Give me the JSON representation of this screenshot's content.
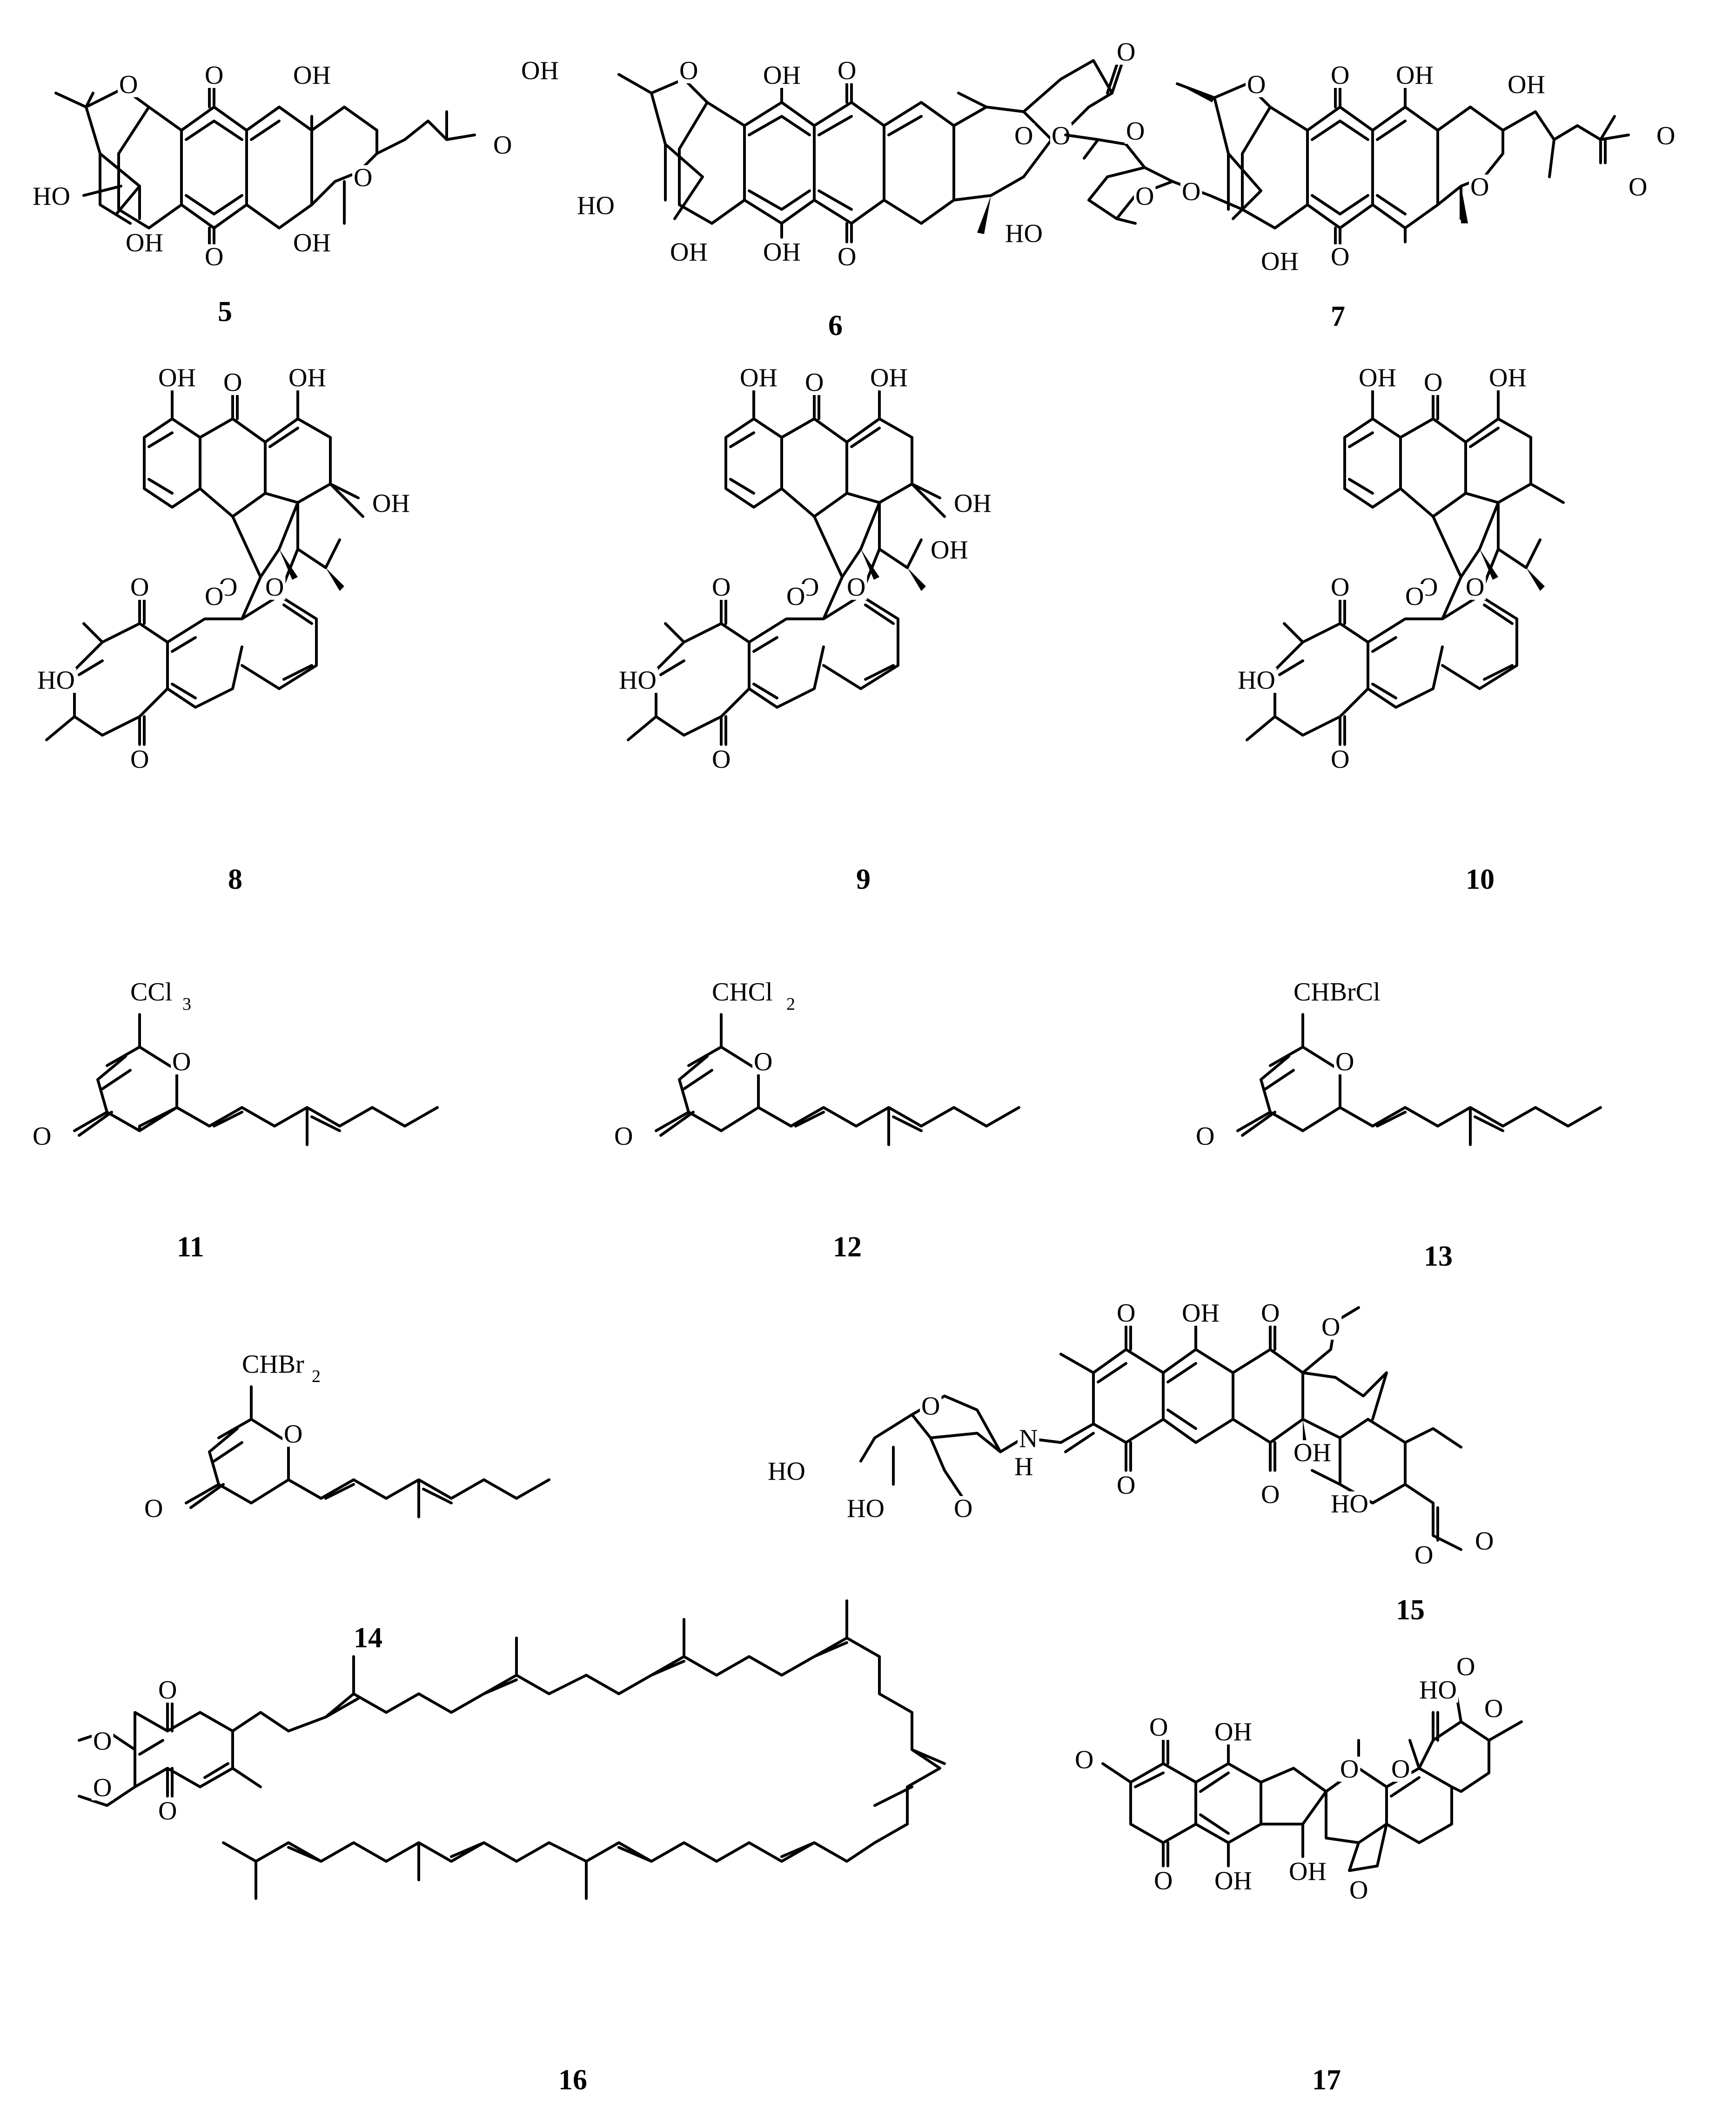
{
  "compounds": [
    {
      "id": "5",
      "labels": [
        "O",
        "O",
        "OH",
        "OH",
        "O",
        "HO",
        "OH",
        "O",
        "OH",
        "O"
      ]
    },
    {
      "id": "6",
      "labels": [
        "O",
        "OH",
        "O",
        "O",
        "O",
        "HO",
        "OH",
        "OH",
        "O",
        "O"
      ]
    },
    {
      "id": "7",
      "labels": [
        "O",
        "O",
        "OH",
        "OH",
        "O",
        "O",
        "HO",
        "O",
        "O",
        "OH",
        "O",
        "O",
        "O"
      ]
    },
    {
      "id": "8",
      "labels": [
        "OH",
        "O",
        "OH",
        "OH",
        "O",
        "O",
        "O",
        "HO",
        "O",
        "O"
      ]
    },
    {
      "id": "9",
      "labels": [
        "OH",
        "O",
        "OH",
        "OH",
        "OH",
        "O",
        "O",
        "O",
        "HO",
        "O",
        "O"
      ]
    },
    {
      "id": "10",
      "labels": [
        "OH",
        "O",
        "OH",
        "O",
        "O",
        "O",
        "HO",
        "O",
        "O"
      ]
    },
    {
      "id": "11",
      "labels": [
        "CCl",
        "3",
        "O",
        "O"
      ]
    },
    {
      "id": "12",
      "labels": [
        "CHCl",
        "2",
        "O",
        "O"
      ]
    },
    {
      "id": "13",
      "labels": [
        "CHBrCl",
        "O",
        "O"
      ]
    },
    {
      "id": "14",
      "labels": [
        "CHBr",
        "2",
        "O",
        "O"
      ]
    },
    {
      "id": "15",
      "labels": [
        "O",
        "OH",
        "O",
        "O",
        "O",
        "HO",
        "HO",
        "O",
        "N",
        "H",
        "O",
        "OH",
        "O",
        "HO",
        "O",
        "O"
      ]
    },
    {
      "id": "16",
      "labels": [
        "O",
        "O",
        "O",
        "O"
      ]
    },
    {
      "id": "17",
      "labels": [
        "HO",
        "O",
        "O",
        "O",
        "OH",
        "O",
        "O",
        "O",
        "O",
        "OH",
        "OH",
        "O"
      ]
    }
  ]
}
